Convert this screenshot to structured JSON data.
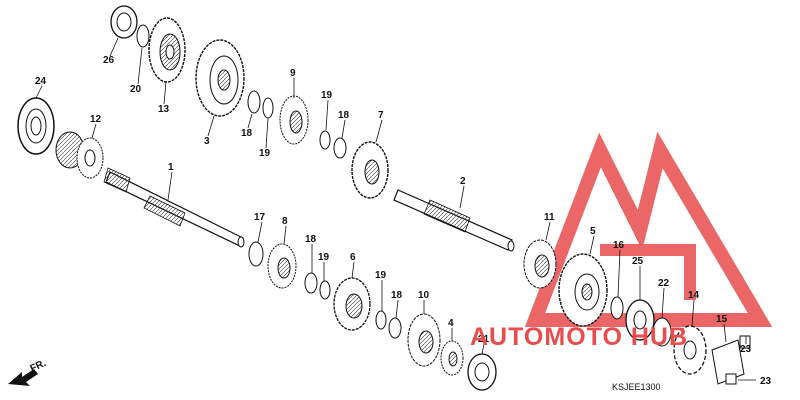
{
  "diagram": {
    "parts": [
      {
        "id": "p24",
        "label": "24"
      },
      {
        "id": "p26",
        "label": "26"
      },
      {
        "id": "p20",
        "label": "20"
      },
      {
        "id": "p13",
        "label": "13"
      },
      {
        "id": "p3",
        "label": "3"
      },
      {
        "id": "p9",
        "label": "9"
      },
      {
        "id": "p18a",
        "label": "18"
      },
      {
        "id": "p19a",
        "label": "19"
      },
      {
        "id": "p19b",
        "label": "19"
      },
      {
        "id": "p18b",
        "label": "18"
      },
      {
        "id": "p7",
        "label": "7"
      },
      {
        "id": "p12",
        "label": "12"
      },
      {
        "id": "p1",
        "label": "1"
      },
      {
        "id": "p2",
        "label": "2"
      },
      {
        "id": "p17",
        "label": "17"
      },
      {
        "id": "p8",
        "label": "8"
      },
      {
        "id": "p18c",
        "label": "18"
      },
      {
        "id": "p19c",
        "label": "19"
      },
      {
        "id": "p6",
        "label": "6"
      },
      {
        "id": "p19d",
        "label": "19"
      },
      {
        "id": "p18d",
        "label": "18"
      },
      {
        "id": "p10",
        "label": "10"
      },
      {
        "id": "p4",
        "label": "4"
      },
      {
        "id": "p21",
        "label": "21"
      },
      {
        "id": "p11",
        "label": "11"
      },
      {
        "id": "p5",
        "label": "5"
      },
      {
        "id": "p16",
        "label": "16"
      },
      {
        "id": "p25",
        "label": "25"
      },
      {
        "id": "p22",
        "label": "22"
      },
      {
        "id": "p14",
        "label": "14"
      },
      {
        "id": "p15",
        "label": "15"
      },
      {
        "id": "p23a",
        "label": "23"
      },
      {
        "id": "p23b",
        "label": "23"
      }
    ],
    "direction_label": "FR.",
    "diagram_code": "KSJEE1300"
  },
  "watermark": {
    "text": "AUTOMOTO HUB",
    "color": "#e84c4c"
  }
}
